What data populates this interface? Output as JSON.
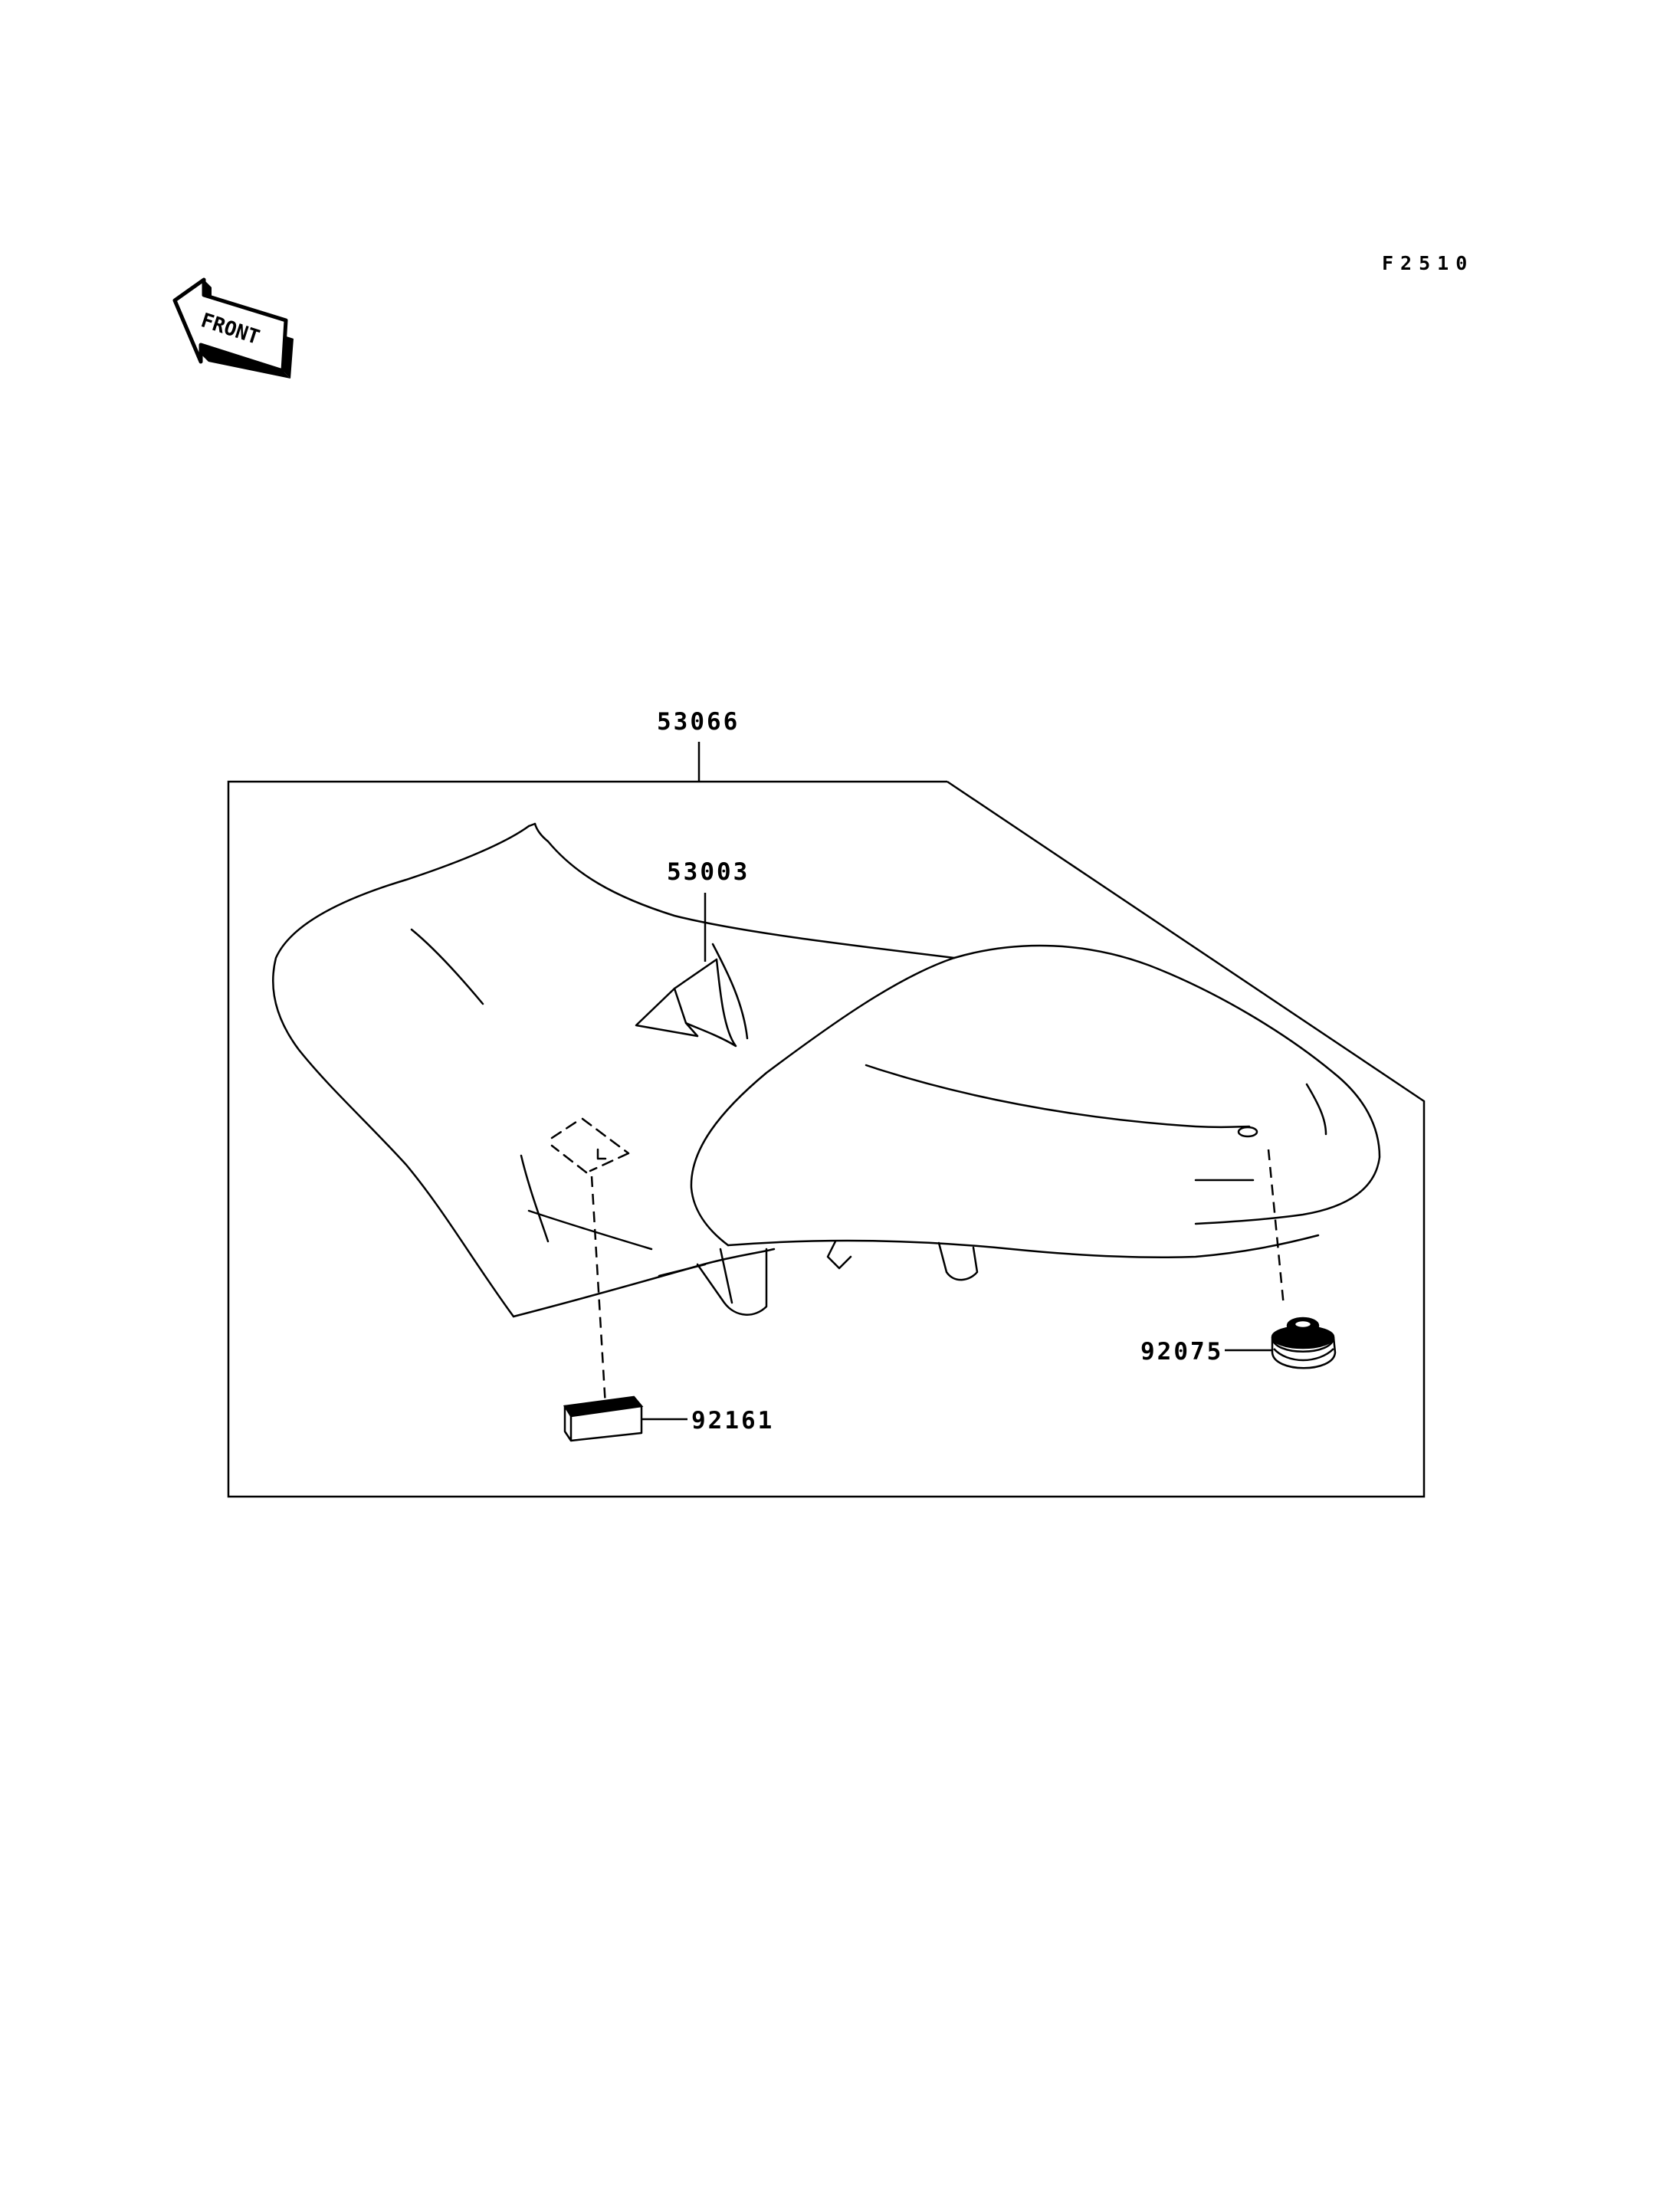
{
  "figure_code": "F2510",
  "front_label": "FRONT",
  "parts": {
    "seat_assembly": "53066",
    "seat_cover": "53003",
    "damper_rubber": "92075",
    "cushion_pad": "92161"
  }
}
